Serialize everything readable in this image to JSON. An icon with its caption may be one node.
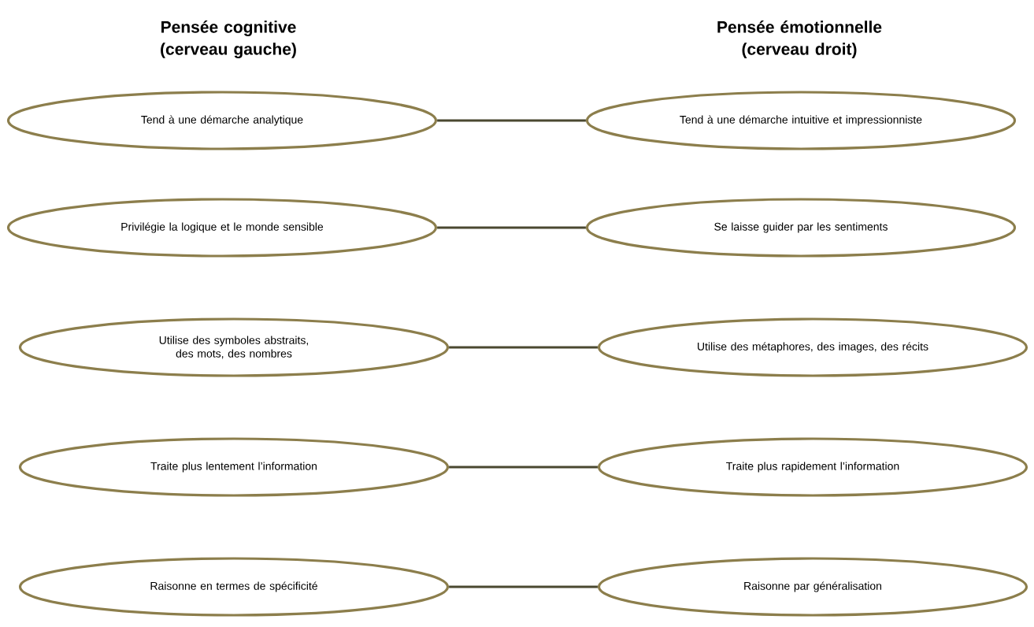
{
  "diagram": {
    "nodes": [
      {
        "text": [
          "Tend à une démarche analytique"
        ]
      },
      {
        "text": [
          "Tend à une démarche intuitive et impressionniste"
        ]
      },
      {
        "text": [
          "Privilégie la logique et le monde sensible"
        ]
      },
      {
        "text": [
          "Se laisse guider par les sentiments"
        ]
      },
      {
        "text": [
          "Utilise des symboles abstraits, des mots, des nombres"
        ]
      },
      {
        "text": [
          "Utilise des métaphores, des images, des récits"
        ]
      },
      {
        "text": [
          "Traite plus lentement l’information"
        ]
      },
      {
        "text": [
          "Traite plus rapidement l’information"
        ]
      },
      {
        "text": [
          "Raisonne en termes de spécificité"
        ]
      },
      {
        "text": [
          "Raisonne par généralisation"
        ]
      }
    ],
    "edges": [
      {
        "from": 0,
        "to": 1,
        "arrow": "none"
      },
      {
        "from": 2,
        "to": 3,
        "arrow": "none"
      },
      {
        "from": 4,
        "to": 5,
        "arrow": "none"
      },
      {
        "from": 6,
        "to": 7,
        "arrow": "none"
      },
      {
        "from": 8,
        "to": 9,
        "arrow": "none"
      }
    ],
    "labels": [
      "Pensée cognitive (cerveau gauche)",
      "Pensée émotionnelle (cerveau droit)"
    ]
  }
}
